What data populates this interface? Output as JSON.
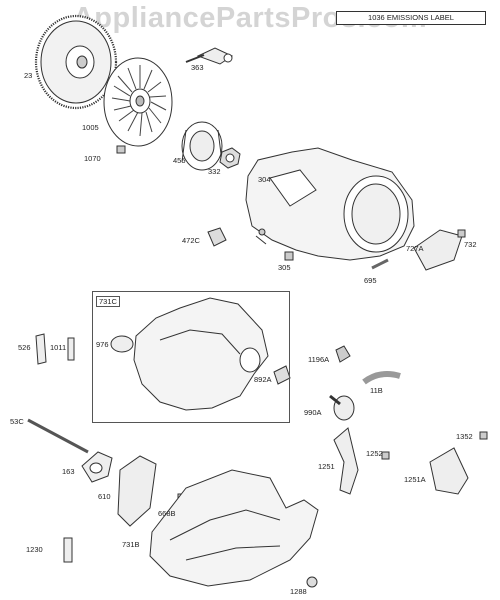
{
  "watermark": "AppliancePartsPros.com",
  "label_box": "1036 EMISSIONS LABEL",
  "inset_label": "731C",
  "parts": {
    "p23": "23",
    "p363": "363",
    "p1005": "1005",
    "p1070": "1070",
    "p455": "455",
    "p332": "332",
    "p304": "304",
    "p472C": "472C",
    "p305": "305",
    "p695": "695",
    "p727A": "727A",
    "p732": "732",
    "p976": "976",
    "p892A": "892A",
    "p526": "526",
    "p1011": "1011",
    "p1196A": "1196A",
    "p11B": "11B",
    "p990A": "990A",
    "p53C": "53C",
    "p163": "163",
    "p610": "610",
    "p668B": "668B",
    "p1251": "1251",
    "p1252": "1252",
    "p1352": "1352",
    "p1251A": "1251A",
    "p731B": "731B",
    "p1230": "1230",
    "p1288": "1288"
  }
}
